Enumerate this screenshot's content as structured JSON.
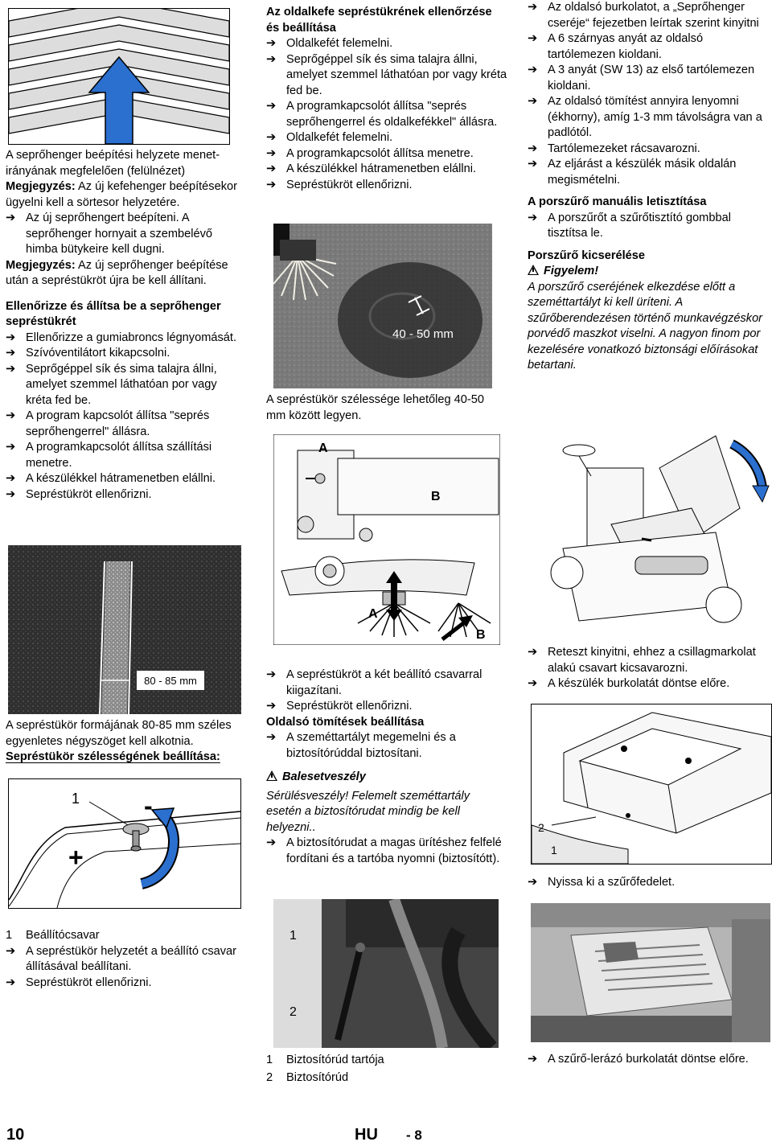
{
  "col1": {
    "caption_chevron": "A seprőhenger beépítési helyzete menet-irányának megfelelően (felülnézet)",
    "note1_label": "Megjegyzés:",
    "note1_text": " Az új kefehenger beépítésekor ügyelni kell a sörtesor helyzetére.",
    "step_install": "Az új seprőhengert beépíteni. A seprőhenger hornyait a szembelévő himba bütykeire kell dugni.",
    "note2_label": "Megjegyzés:",
    "note2_text": " Az új seprőhenger beépítése után a sepréstükröt újra be kell állítani.",
    "heading_check": "Ellenőrizze és állítsa be a seprőhenger sepréstükrét",
    "steps": [
      "Ellenőrizze a gumiabroncs légnyomását.",
      "Szívóventilátort kikapcsolni.",
      "Seprőgéppel sík és sima talajra állni, amelyet szemmel láthatóan por vagy kréta fed be.",
      "A program kapcsolót állítsa \"seprés seprőhengerrel\" állásra.",
      "A programkapcsolót állítsa szállítási menetre.",
      "A készülékkel hátramenetben elállni.",
      "Sepréstükröt ellenőrizni."
    ],
    "photo_label": "80 - 85 mm",
    "caption_rect": "A sepréstükör formájának 80-85 mm széles egyenletes négyszöget kell alkotnia.",
    "heading_width": "Sepréstükör szélességének beállítása:",
    "knob_label_1": "1",
    "knob_minus": "-",
    "knob_plus": "+",
    "legend_num": "1",
    "legend_text": "Beállítócsavar",
    "steps2": [
      "A sepréstükör helyzetét a beállító csavar állításával beállítani.",
      "Sepréstükröt ellenőrizni."
    ],
    "footer_page": "10"
  },
  "col2": {
    "heading_side": "Az oldalkefe sepréstükrének ellenőrzése és beállítása",
    "steps": [
      "Oldalkefét felemelni.",
      "Seprőgéppel sík és sima talajra állni, amelyet szemmel láthatóan por vagy kréta fed be.",
      "A programkapcsolót állítsa \"seprés seprőhengerrel és oldalkefékkel\" állásra.",
      "Oldalkefét felemelni.",
      "A programkapcsolót állítsa menetre.",
      "A készülékkel hátramenetben elállni.",
      "Sepréstükröt ellenőrizni."
    ],
    "photo_label": "40 - 50 mm",
    "caption_width": "A sepréstükör szélessége lehetőleg 40-50 mm között legyen.",
    "fig_label_a": "A",
    "fig_label_b": "B",
    "fig_label_a2": "A",
    "fig_label_b2": "B",
    "steps2": [
      "A sepréstükröt a két beállító csavarral kiigazítani.",
      "Sepréstükröt ellenőrizni."
    ],
    "heading_seals": "Oldalsó tömítések beállítása",
    "steps3": [
      "A szeméttartályt megemelni és a biztosítórúddal biztosítani."
    ],
    "warning_title": "Balesetveszély",
    "warning_text": "Sérülésveszély! Felemelt szeméttartály esetén a biztosítórudat mindig be kell helyezni..",
    "steps4": [
      "A biztosítórudat a magas ürítéshez felfelé fordítani és a tartóba nyomni (biztosítótt)."
    ],
    "photo_label_1": "1",
    "photo_label_2": "2",
    "legend": [
      {
        "num": "1",
        "text": "Biztosítórúd tartója"
      },
      {
        "num": "2",
        "text": "Biztosítórúd"
      }
    ],
    "footer_lang": "HU",
    "footer_page": "- 8"
  },
  "col3": {
    "steps": [
      "Az oldalsó burkolatot, a „Seprőhenger cseréje“ fejezetben leírtak szerint kinyitni",
      "A 6 szárnyas anyát az oldalsó tartólemezen kioldani.",
      "A 3 anyát (SW 13) az első tartólemezen kioldani.",
      "Az oldalsó tömítést annyira lenyomni (ékhorny), amíg 1-3 mm távolságra van a padlótól.",
      "Tartólemezeket rácsavarozni.",
      "Az eljárást a készülék másik oldalán megismételni."
    ],
    "heading_filter": "A porszűrő manuális letisztítása",
    "steps_filter": [
      "A porszűrőt a szűrőtisztító gombbal tisztítsa le."
    ],
    "heading_replace": "Porszűrő kicserélése",
    "caution_title": "Figyelem!",
    "caution_text": "A porszűrő cseréjének elkezdése előtt a szeméttartályt ki kell üríteni. A szűrőberendezésen történő munkavégzéskor porvédő maszkot viselni. A nagyon finom por kezelésére vonatkozó biztonsági előírásokat betartani.",
    "steps2": [
      "Reteszt kinyitni, ehhez a csillagmarkolat alakú csavart kicsavarozni.",
      "A készülék burkolatát döntse előre."
    ],
    "fig_label_2": "2",
    "fig_label_1": "1",
    "steps3": [
      "Nyissa ki a szűrőfedelet."
    ],
    "steps4": [
      "A szűrő-lerázó burkolatát döntse előre."
    ]
  }
}
